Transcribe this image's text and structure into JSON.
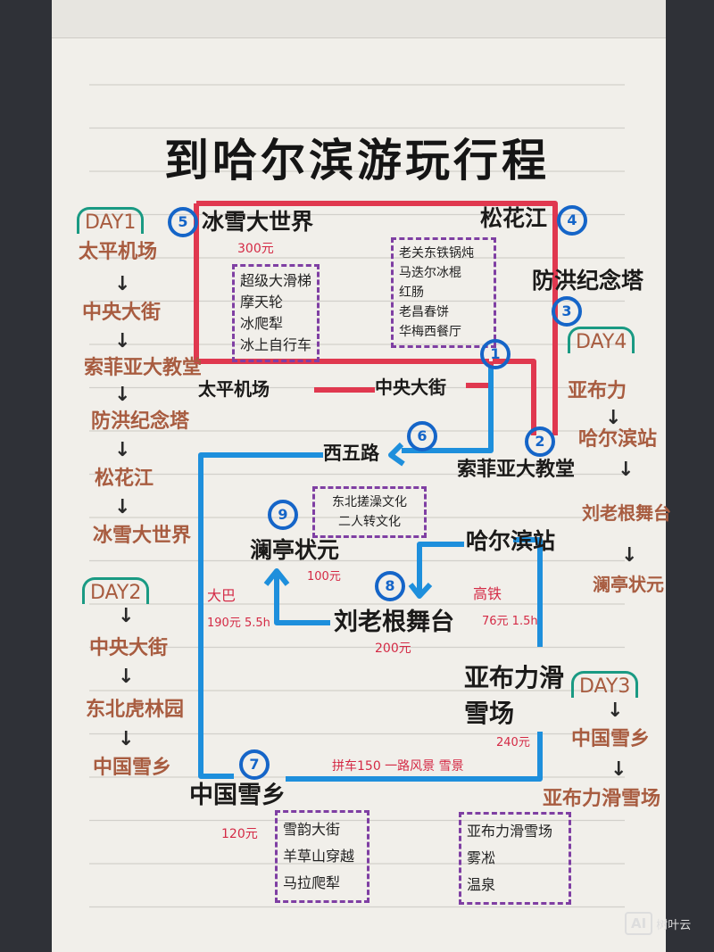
{
  "title": "到哈尔滨游玩行程",
  "colors": {
    "route_red": "#e0384f",
    "route_blue": "#1e8fdc",
    "list_box": "#7f3fa3",
    "day_bracket": "#1a9a83",
    "itinerary_text": "#a85c40",
    "price_text": "#d42a45"
  },
  "itinerary": {
    "day1": {
      "label": "DAY1",
      "stops": [
        "太平机场",
        "中央大街",
        "索菲亚大教堂",
        "防洪纪念塔",
        "松花江",
        "冰雪大世界"
      ]
    },
    "day2": {
      "label": "DAY2",
      "stops": [
        "中央大街",
        "东北虎林园",
        "中国雪乡"
      ]
    },
    "day3": {
      "label": "DAY3",
      "stops": [
        "中国雪乡",
        "亚布力滑雪场"
      ]
    },
    "day4": {
      "label": "DAY4",
      "stops": [
        "亚布力",
        "哈尔滨站",
        "刘老根舞台",
        "澜亭状元"
      ]
    },
    "arrow": "↓"
  },
  "map": {
    "n1": "1",
    "n2": "2",
    "n3": "3",
    "n4": "4",
    "n5": "5",
    "n6": "6",
    "n7": "7",
    "n8": "8",
    "n9": "9",
    "ice_world": "冰雪大世界",
    "songhua": "松花江",
    "flood_tower": "防洪纪念塔",
    "airport": "太平机场",
    "central_street": "中央大街",
    "xiwu": "西五路",
    "sophia": "索菲亚大教堂",
    "station": "哈尔滨站",
    "liulaogen": "刘老根舞台",
    "zhuangyuan": "澜亭状元",
    "yabuli": "亚布力滑雪场",
    "xuexiang": "中国雪乡",
    "ice_world_price": "300元",
    "ice_world_list": [
      "超级大滑梯",
      "摩天轮",
      "冰爬犁",
      "冰上自行车"
    ],
    "central_list": [
      "老关东铁锅炖",
      "马迭尔冰棍",
      "红肠",
      "老昌春饼",
      "华梅西餐厅"
    ],
    "culture_list": [
      "东北搓澡文化",
      "二人转文化"
    ],
    "zhuangyuan_price": "100元",
    "bus_label": "大巴",
    "bus_info": "190元 5.5h",
    "liulaogen_price": "200元",
    "train_label": "高铁",
    "train_info": "76元 1.5h",
    "yabuli_price": "240元",
    "carpool": "拼车150  一路风景 雪景",
    "xuexiang_price": "120元",
    "xuexiang_list": [
      "雪韵大街",
      "羊草山穿越",
      "马拉爬犁"
    ],
    "yabuli_list": [
      "亚布力滑雪场",
      "雾凇",
      "温泉"
    ]
  },
  "watermark": {
    "badge": "AI",
    "text": "树叶云"
  }
}
